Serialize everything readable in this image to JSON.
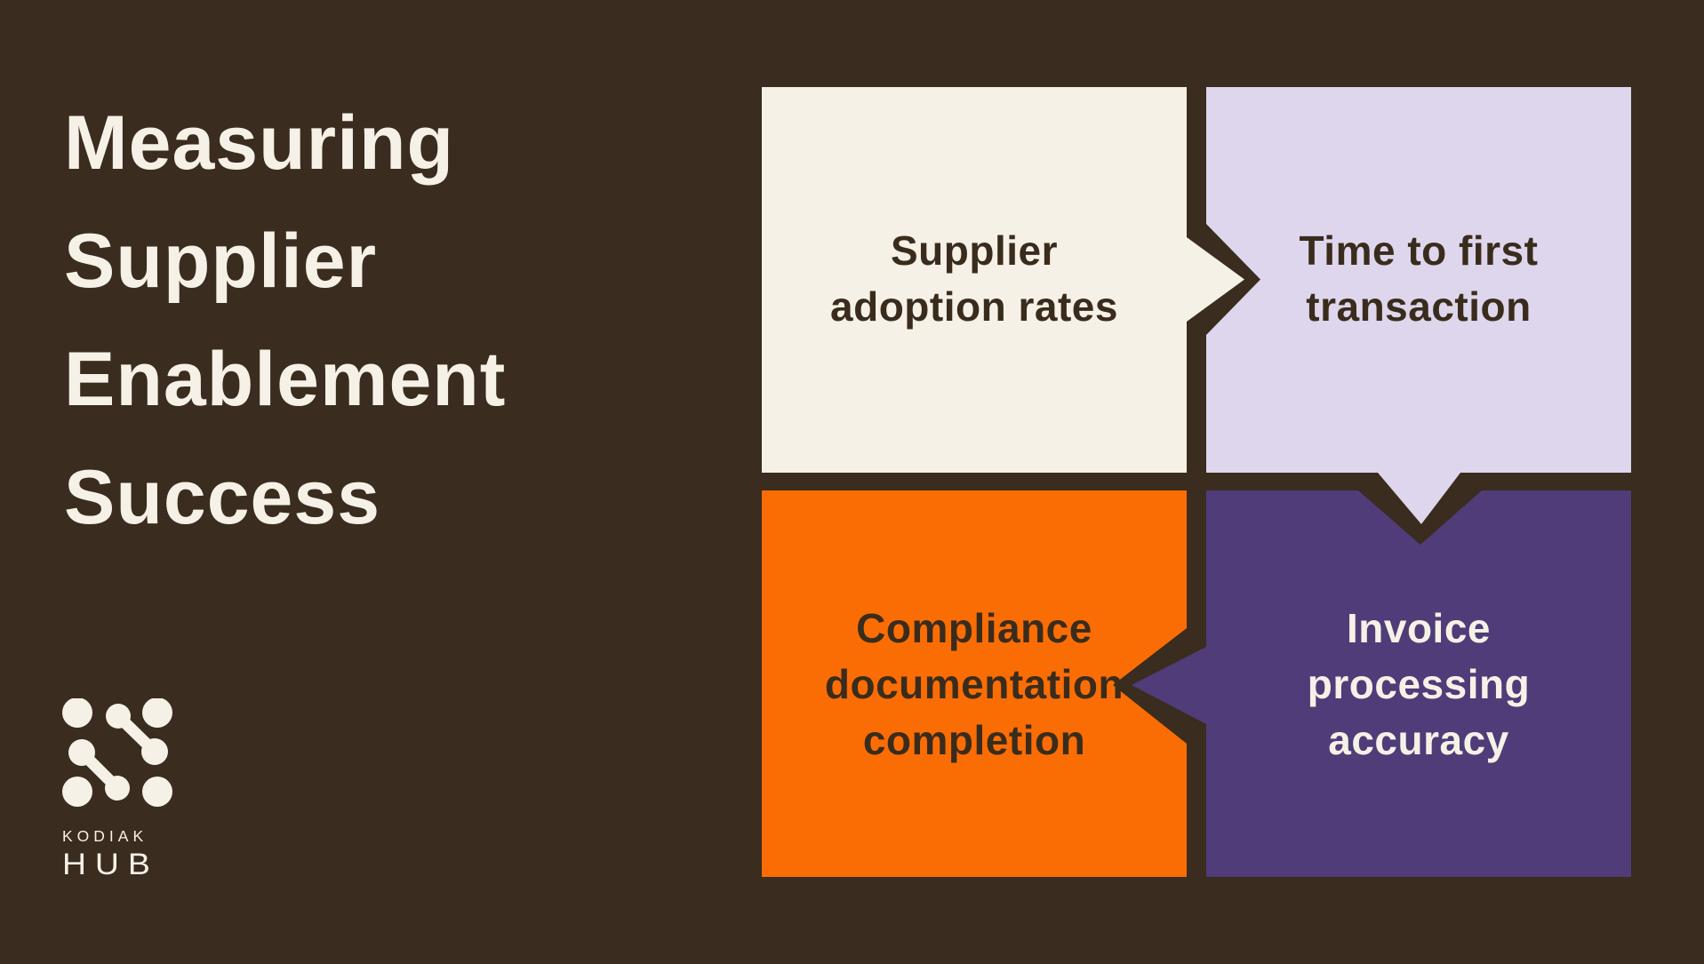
{
  "page": {
    "background_color": "#3A2C1E",
    "kind": "infographic"
  },
  "title": {
    "full_text": "Measuring Supplier Enablement Success",
    "lines": [
      "Measuring",
      "Supplier",
      "Enablement",
      "Success"
    ],
    "color": "#F6F1E7"
  },
  "logo": {
    "brand": "Kodiak Hub",
    "top_text": "KODIAK",
    "bottom_text": "HUB",
    "color": "#F6F1E7"
  },
  "diagram": {
    "type": "puzzle-quadrant",
    "gap_color": "#3A2C1E",
    "quadrants": [
      {
        "id": "supplier-adoption-rates",
        "position": "top-left",
        "label": "Supplier adoption rates",
        "lines": {
          "0": "Supplier",
          "1": "adoption rates"
        },
        "bg": "#F6F1E7",
        "text_color": "#3A2C1D",
        "connector": "arrow pointing right into top-right quadrant"
      },
      {
        "id": "time-to-first-transaction",
        "position": "top-right",
        "label": "Time to first transaction",
        "lines": {
          "0": "Time to first",
          "1": "transaction"
        },
        "bg": "#DED6EC",
        "text_color": "#3A2C1D",
        "connector": "tab pointing down into bottom-right quadrant"
      },
      {
        "id": "compliance-documentation-completion",
        "position": "bottom-left",
        "label": "Compliance documentation completion",
        "lines": {
          "0": "Compliance",
          "1": "documentation",
          "2": "completion"
        },
        "bg": "#FA6D05",
        "text_color": "#3A2C1D",
        "connector": "notch receiving arrow from bottom-right quadrant"
      },
      {
        "id": "invoice-processing-accuracy",
        "position": "bottom-right",
        "label": "Invoice processing accuracy",
        "lines": {
          "0": "Invoice",
          "1": "processing",
          "2": "accuracy"
        },
        "bg": "#4F3C78",
        "text_color": "#F6F1E7",
        "connector": "arrow pointing left into bottom-left quadrant"
      }
    ]
  }
}
